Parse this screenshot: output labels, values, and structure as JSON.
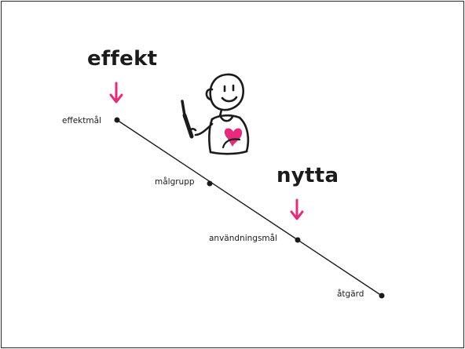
{
  "slide": {
    "titles": {
      "effekt": "effekt",
      "nytta": "nytta"
    },
    "nodes": [
      {
        "id": "effektmal",
        "label": "effektmål"
      },
      {
        "id": "malgrupp",
        "label": "målgrupp"
      },
      {
        "id": "anvandningsmal",
        "label": "användningsmål"
      },
      {
        "id": "atgard",
        "label": "åtgärd"
      }
    ],
    "colors": {
      "accent": "#e8297c",
      "ink": "#1b1b1b",
      "background": "#ffffff"
    },
    "icons": {
      "arrow": "down-arrow-icon",
      "figure": "stick-figure-illustration"
    }
  }
}
